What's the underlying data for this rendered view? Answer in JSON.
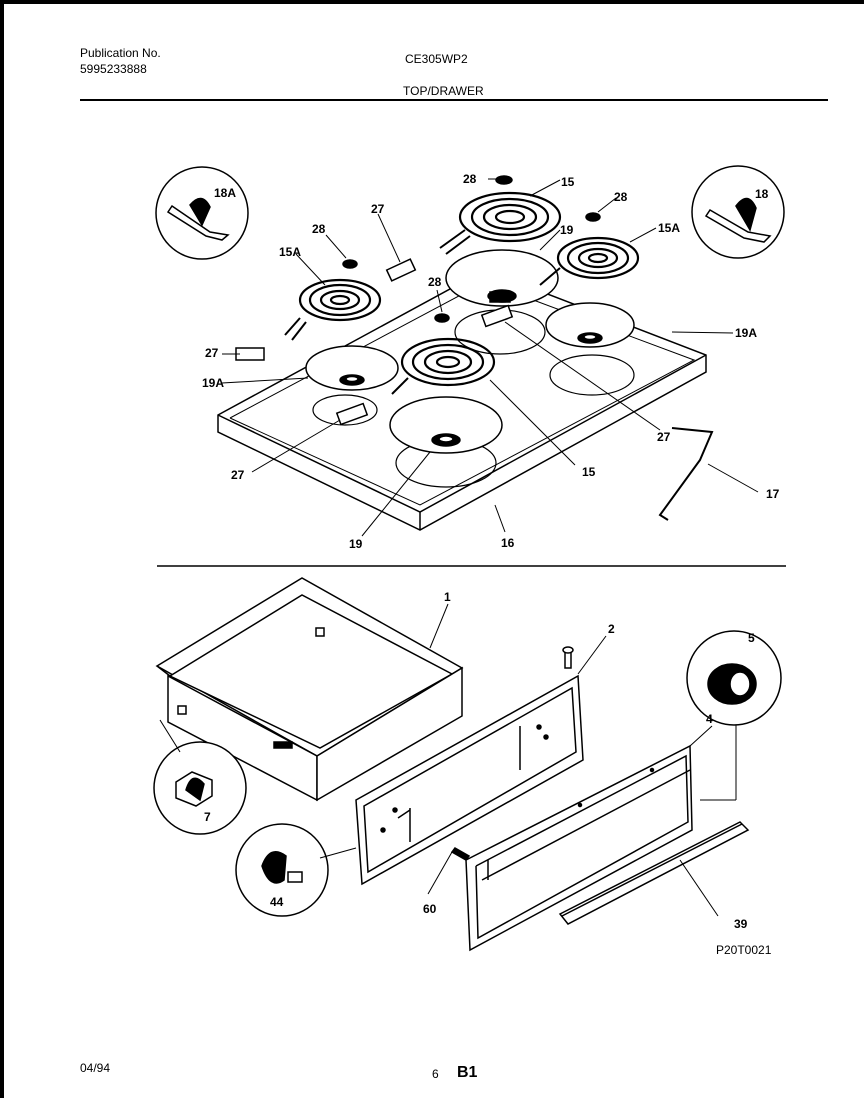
{
  "header": {
    "publication_label": "Publication No.",
    "publication_number": "5995233888",
    "model": "CE305WP2",
    "section": "TOP/DRAWER"
  },
  "callouts": {
    "c18a": "18A",
    "c18": "18",
    "c28a": "28",
    "c28b": "28",
    "c28c": "28",
    "c28d": "28",
    "c15a": "15",
    "c15b": "15",
    "c15aa": "15A",
    "c15ab": "15A",
    "c19a": "19",
    "c19b": "19",
    "c19aa": "19A",
    "c19ab": "19A",
    "c27a": "27",
    "c27b": "27",
    "c27c": "27",
    "c27d": "27",
    "c17": "17",
    "c16": "16",
    "c1": "1",
    "c2": "2",
    "c5": "5",
    "c4": "4",
    "c7": "7",
    "c44": "44",
    "c60": "60",
    "c39": "39"
  },
  "diagram_code": "P20T0021",
  "footer": {
    "date": "04/94",
    "page": "6",
    "sheet": "B1"
  }
}
